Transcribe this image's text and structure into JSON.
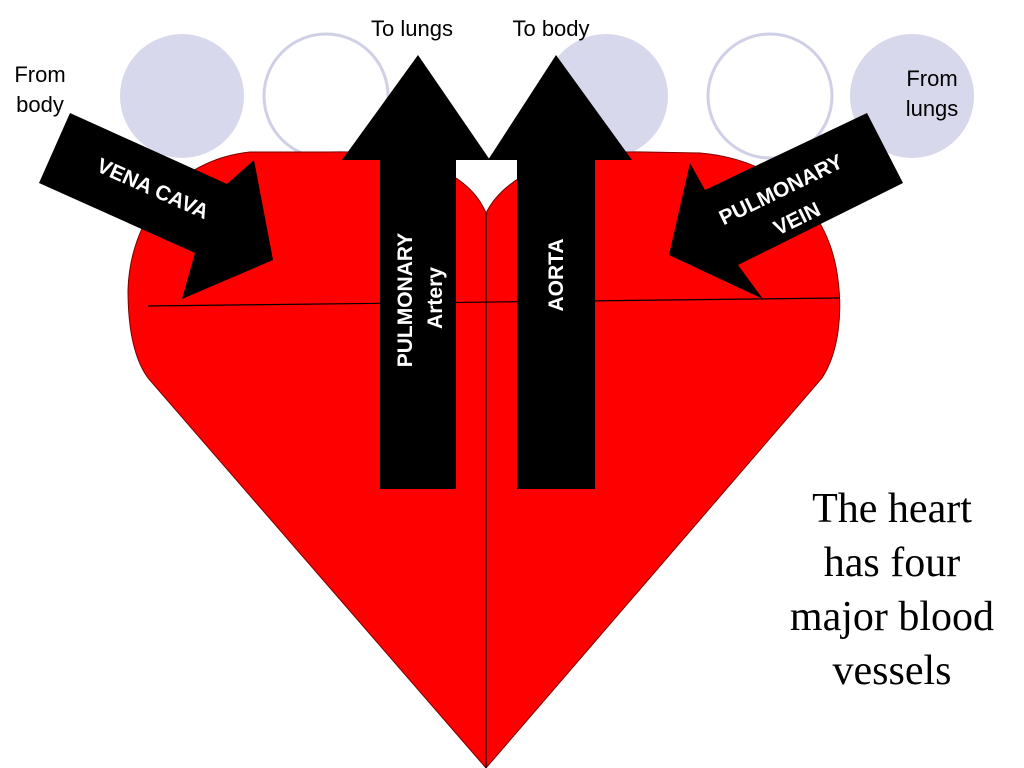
{
  "colors": {
    "heart": "#ff0000",
    "vessel": "#000000",
    "circle_fill": "#d8d8ec",
    "circle_outline": "#cfcfe6",
    "background": "#ffffff"
  },
  "flow_labels": {
    "from_body": "From\nbody",
    "to_lungs": "To lungs",
    "to_body": "To body",
    "from_lungs": "From\nlungs"
  },
  "vessels": {
    "vena_cava": "VENA CAVA",
    "pulmonary_artery": {
      "line1": "PULMONARY",
      "line2": "Artery"
    },
    "aorta": "AORTA",
    "pulmonary_vein": {
      "line1": "PULMONARY",
      "line2": "VEIN"
    }
  },
  "caption": "The heart\nhas four\nmajor blood\nvessels"
}
